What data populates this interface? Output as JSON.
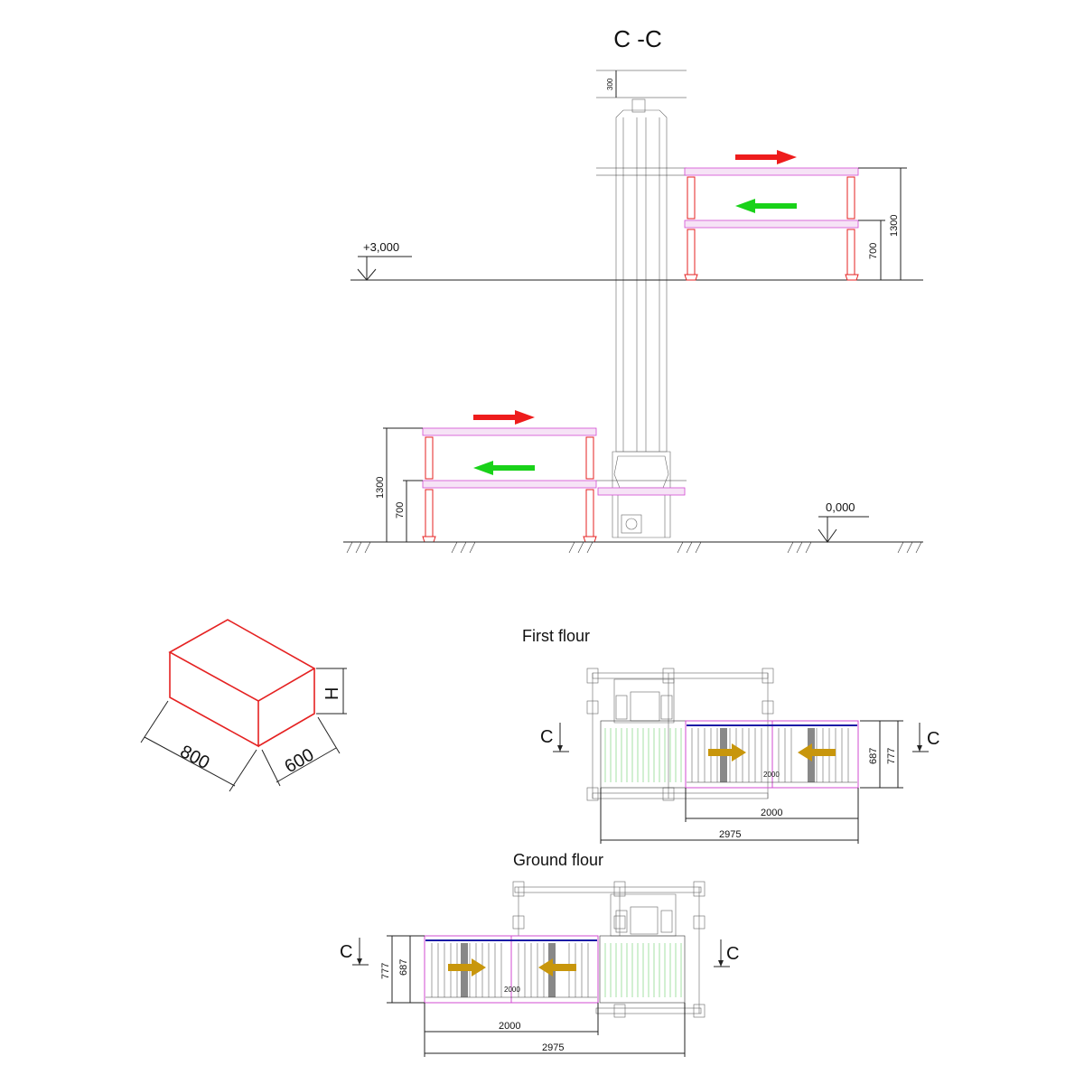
{
  "section_view": {
    "title": "C -C",
    "dim_top": "300",
    "upper_level": "+3,000",
    "ground_level": "0,000",
    "upper_conveyor": {
      "total_height": "1300",
      "lower_height": "700"
    },
    "lower_conveyor": {
      "total_height": "1300",
      "lower_height": "700"
    }
  },
  "box": {
    "length": "800",
    "width": "600",
    "height_label": "H"
  },
  "first_floor": {
    "title": "First flour",
    "section_mark_left": "C",
    "section_mark_right": "C",
    "dim_inner": "2000",
    "dim_bottom_inner": "2000",
    "dim_total": "2975",
    "dim_side_a": "687",
    "dim_side_b": "777"
  },
  "ground_floor": {
    "title": "Ground flour",
    "section_mark_left": "C",
    "section_mark_right": "C",
    "dim_inner": "2000",
    "dim_bottom_inner": "2000",
    "dim_total": "2975",
    "dim_side_a": "687",
    "dim_side_b": "777"
  },
  "colors": {
    "forward_arrow": "#ee1c1c",
    "return_arrow": "#19d219",
    "frame": "#d24bd2",
    "legs": "#e52222",
    "box_outline": "#e52222",
    "direction_marker": "#c8960c"
  }
}
